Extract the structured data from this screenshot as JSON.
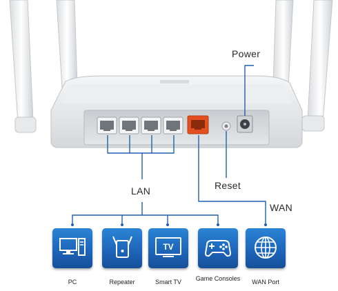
{
  "labels": {
    "power": "Power",
    "lan": "LAN",
    "reset": "Reset",
    "wan": "WAN"
  },
  "devices": [
    {
      "label": "PC",
      "icon": "pc-icon"
    },
    {
      "label": "Repeater",
      "icon": "repeater-icon"
    },
    {
      "label": "Smart TV",
      "icon": "tv-icon"
    },
    {
      "label": "Game Consoles",
      "icon": "gamepad-icon"
    },
    {
      "label": "WAN Port",
      "icon": "globe-icon"
    }
  ],
  "colors": {
    "connector_line": "#1f5fb0",
    "icon_blue": "#1c63b8",
    "wan_port": "#e2501f"
  }
}
